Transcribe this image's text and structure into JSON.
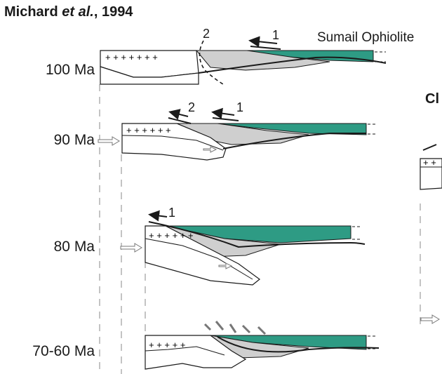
{
  "title": {
    "author": "Michard",
    "etal": "et al.",
    "year": ", 1994"
  },
  "ophiolite_label": "Sumail Ophiolite",
  "stages": [
    {
      "age": "100 Ma",
      "faults": [
        "2",
        "1"
      ]
    },
    {
      "age": "90 Ma",
      "faults": [
        "2",
        "1"
      ]
    },
    {
      "age": "80 Ma",
      "faults": [
        "1"
      ]
    },
    {
      "age": "70-60 Ma",
      "faults": []
    }
  ],
  "cut_off_label": "Cl",
  "colors": {
    "ophiolite": "#2e9b84",
    "melange": "#cfcfcf",
    "outline": "#1a1a1a",
    "arrow": "#9a9a9a"
  }
}
